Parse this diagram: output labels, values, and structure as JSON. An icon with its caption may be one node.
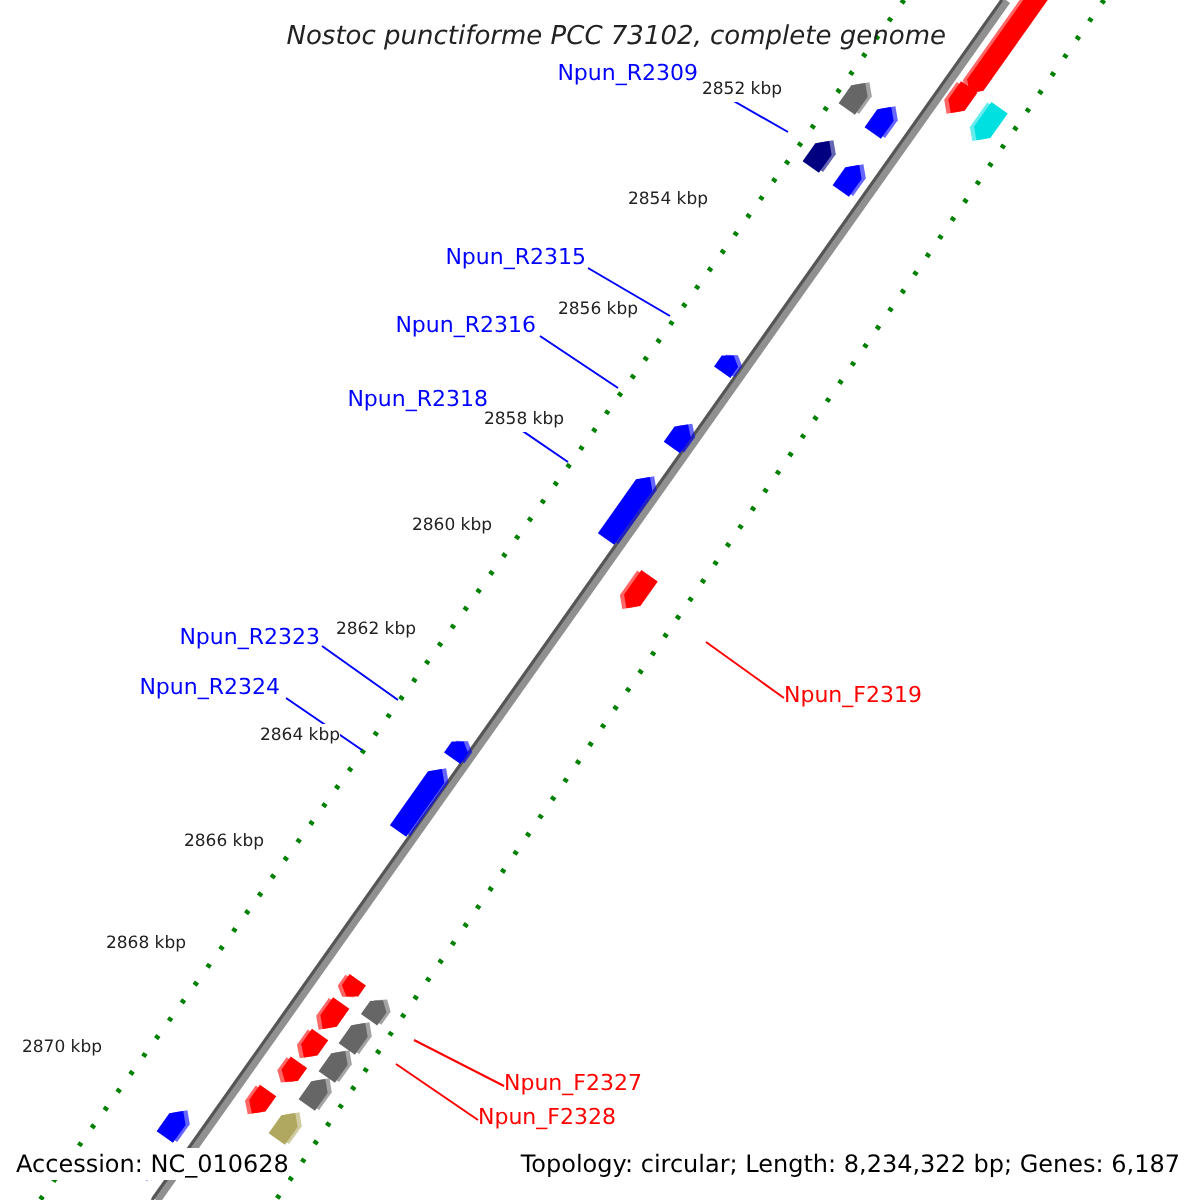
{
  "diagram": {
    "title": "Nostoc punctiforme PCC 73102, complete genome",
    "nodes": [
      {
        "text": [
          "Npun_R2309"
        ]
      },
      {
        "text": [
          "Npun_R2315"
        ]
      },
      {
        "text": [
          "Npun_R2316"
        ]
      },
      {
        "text": [
          "Npun_R2318"
        ]
      },
      {
        "text": [
          "Npun_R2323"
        ]
      },
      {
        "text": [
          "Npun_R2324"
        ]
      },
      {
        "text": [
          "Npun_F2319"
        ]
      },
      {
        "text": [
          "Npun_F2327"
        ]
      },
      {
        "text": [
          "Npun_F2328"
        ]
      }
    ],
    "edges": [
      {
        "from": 0,
        "to": null,
        "arrow": "none"
      },
      {
        "from": 1,
        "to": null,
        "arrow": "none"
      },
      {
        "from": 2,
        "to": null,
        "arrow": "none"
      },
      {
        "from": 3,
        "to": null,
        "arrow": "none"
      },
      {
        "from": 4,
        "to": null,
        "arrow": "none"
      },
      {
        "from": 5,
        "to": null,
        "arrow": "none"
      },
      {
        "from": 6,
        "to": null,
        "arrow": "none",
        "color": "#ff0000"
      },
      {
        "from": 7,
        "to": null,
        "arrow": "none",
        "color": "#ff0000"
      },
      {
        "from": 8,
        "to": null,
        "arrow": "none",
        "color": "#ff0000"
      }
    ],
    "labels": [
      "2852 kbp",
      "2854 kbp",
      "2856 kbp",
      "2858 kbp",
      "2860 kbp",
      "2862 kbp",
      "2864 kbp",
      "2866 kbp",
      "2868 kbp",
      "2870 kbp",
      "Accession: NC_010628",
      "Topology: circular; Length: 8,234,322 bp; Genes: 6,187"
    ]
  }
}
